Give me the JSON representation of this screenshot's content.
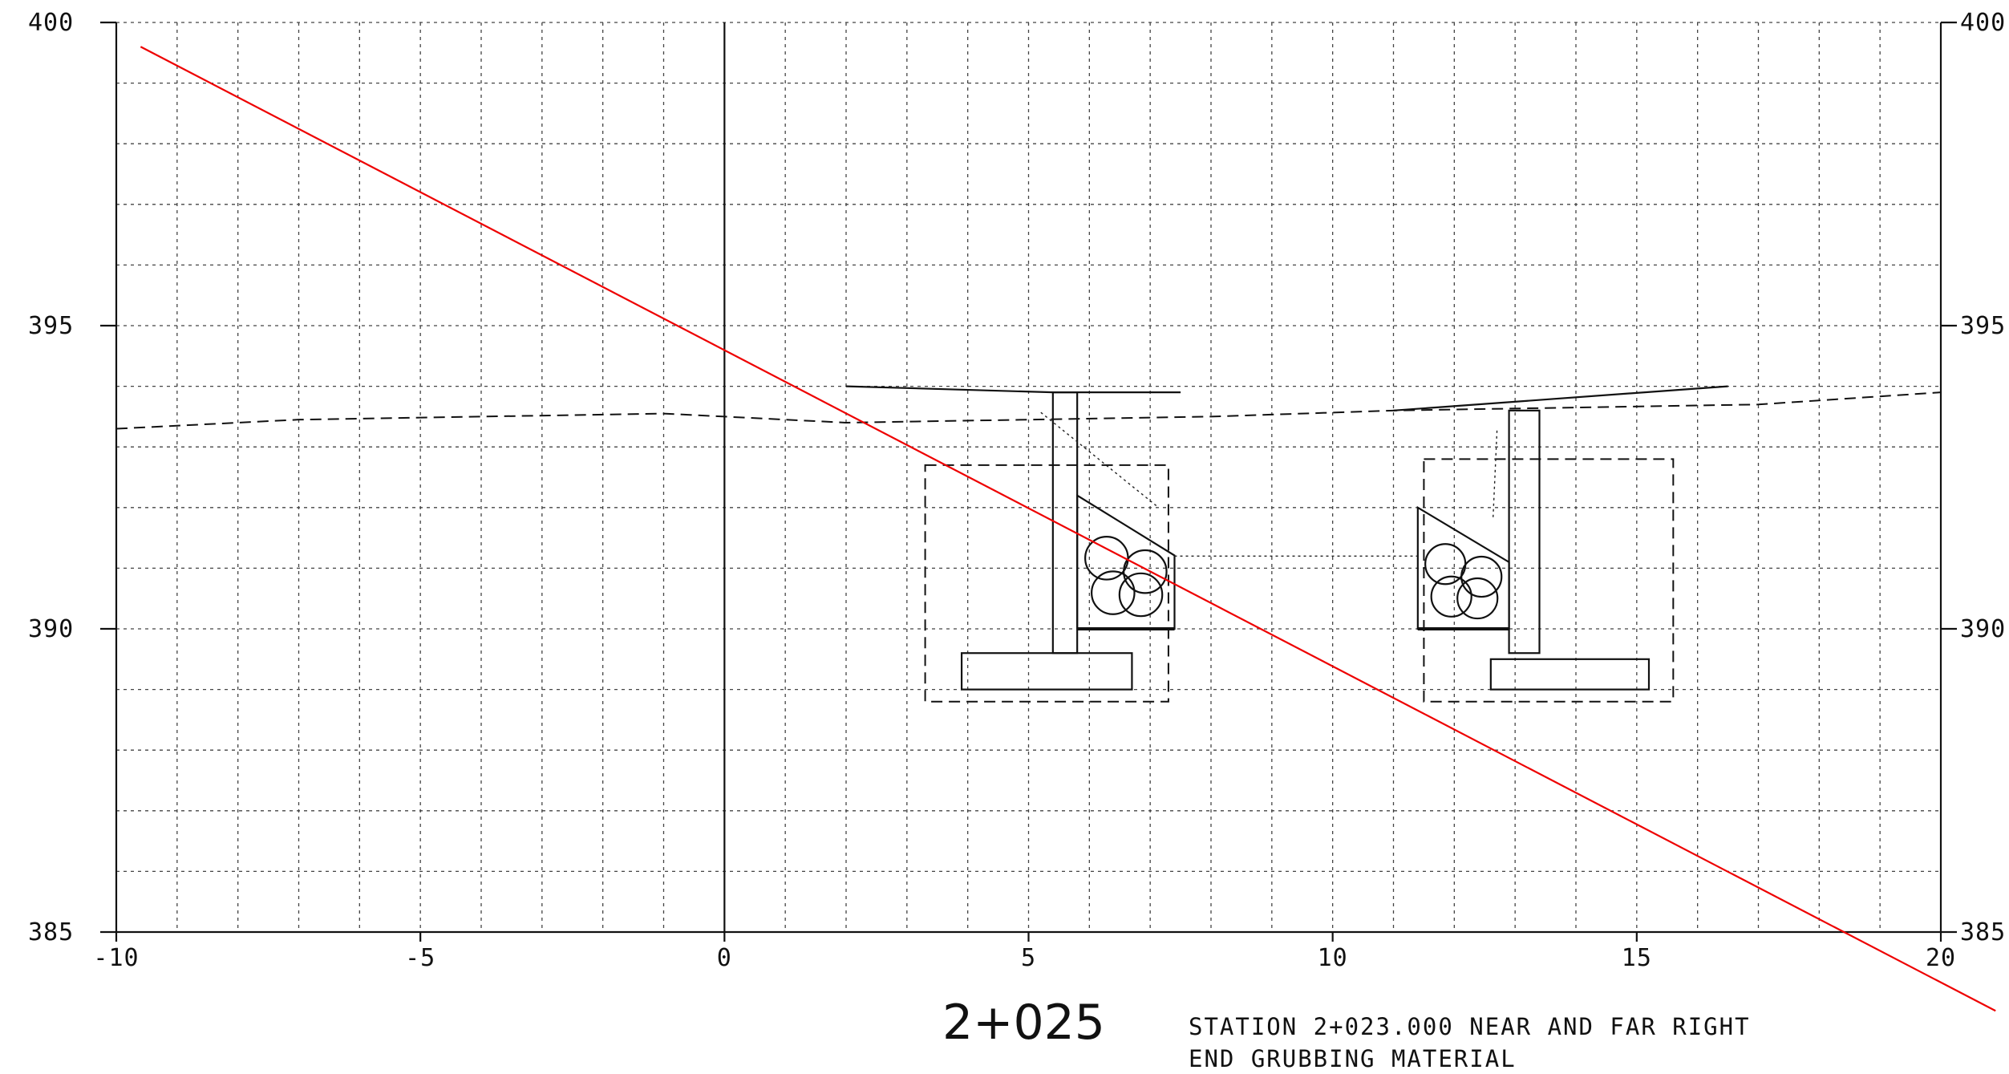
{
  "drawing": {
    "type": "cross-section",
    "station_label": "2+025",
    "note_lines": [
      "STATION 2+023.000 NEAR AND FAR RIGHT",
      "END GRUBBING MATERIAL"
    ]
  },
  "chart_data": {
    "type": "line",
    "xlim": [
      -10,
      20
    ],
    "ylim": [
      385,
      400
    ],
    "x_ticks": [
      -10,
      -5,
      0,
      5,
      10,
      15,
      20
    ],
    "x_tick_labels": [
      "-10",
      "-5",
      "0",
      "5",
      "10",
      "15",
      "20"
    ],
    "y_ticks": [
      385,
      390,
      395,
      400
    ],
    "y_tick_labels": [
      "385",
      "390",
      "395",
      "400"
    ],
    "grid_step_x": 1,
    "grid_step_y": 1,
    "grid": true,
    "colors": {
      "overlay_line": "#ee0000",
      "linework": "#111111",
      "grid": "#444444"
    },
    "overlay_line": {
      "x": [
        -9.6,
        20.9
      ],
      "y": [
        399.6,
        383.7
      ]
    },
    "ground_line": {
      "x": [
        -10,
        -7,
        -4,
        -1,
        2,
        5,
        8,
        11,
        14,
        17,
        20
      ],
      "y": [
        393.3,
        393.45,
        393.5,
        393.55,
        393.4,
        393.45,
        393.5,
        393.6,
        393.65,
        393.7,
        393.9
      ]
    },
    "abutment_left": {
      "deck_top": {
        "x": [
          2,
          5.4,
          7.5
        ],
        "y": [
          394.0,
          393.9,
          393.9
        ]
      },
      "wall": {
        "x": [
          5.4,
          5.8
        ],
        "y": [
          393.9,
          389.6
        ]
      },
      "footing": {
        "x": [
          3.9,
          6.7
        ],
        "y": [
          389.6,
          389.0
        ]
      },
      "excavation": {
        "x": [
          3.3,
          7.3
        ],
        "y": [
          392.7,
          388.8
        ]
      },
      "riprap": {
        "x": [
          5.8,
          7.4
        ],
        "y": [
          392.2,
          390.0
        ]
      }
    },
    "abutment_right": {
      "deck_top": {
        "x": [
          11.0,
          16.5
        ],
        "y": [
          393.6,
          394.0
        ]
      },
      "wall": {
        "x": [
          12.9,
          13.4
        ],
        "y": [
          393.6,
          389.6
        ]
      },
      "footing": {
        "x": [
          12.6,
          15.2
        ],
        "y": [
          389.5,
          389.0
        ]
      },
      "excavation": {
        "x": [
          11.5,
          15.6
        ],
        "y": [
          392.8,
          388.8
        ]
      },
      "riprap": {
        "x": [
          11.4,
          12.9
        ],
        "y": [
          392.0,
          390.0
        ]
      }
    }
  }
}
